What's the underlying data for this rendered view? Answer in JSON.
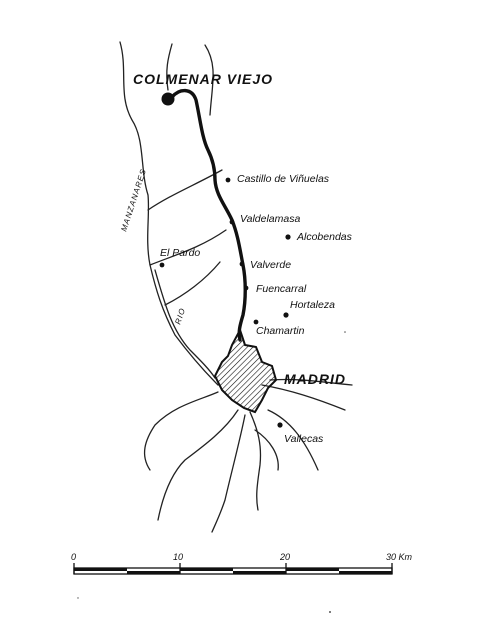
{
  "map": {
    "places": {
      "colmenar": "COLMENAR VIEJO",
      "castillo": "Castillo de Viñuelas",
      "valdelamasa": "Valdelamasa",
      "alcobendas": "Alcobendas",
      "el_pardo": "El Pardo",
      "valverde": "Valverde",
      "fuencarral": "Fuencarral",
      "hortaleza": "Hortaleza",
      "chamartin": "Chamartin",
      "madrid": "MADRID",
      "vallecas": "Vallecas"
    },
    "rivers": {
      "manzanares": "MANZANARES",
      "rio": "RIO"
    },
    "scale": {
      "ticks": [
        "0",
        "10",
        "20",
        "30 Km"
      ],
      "max_km": 30
    },
    "colors": {
      "ink": "#111111",
      "paper": "#ffffff"
    }
  }
}
